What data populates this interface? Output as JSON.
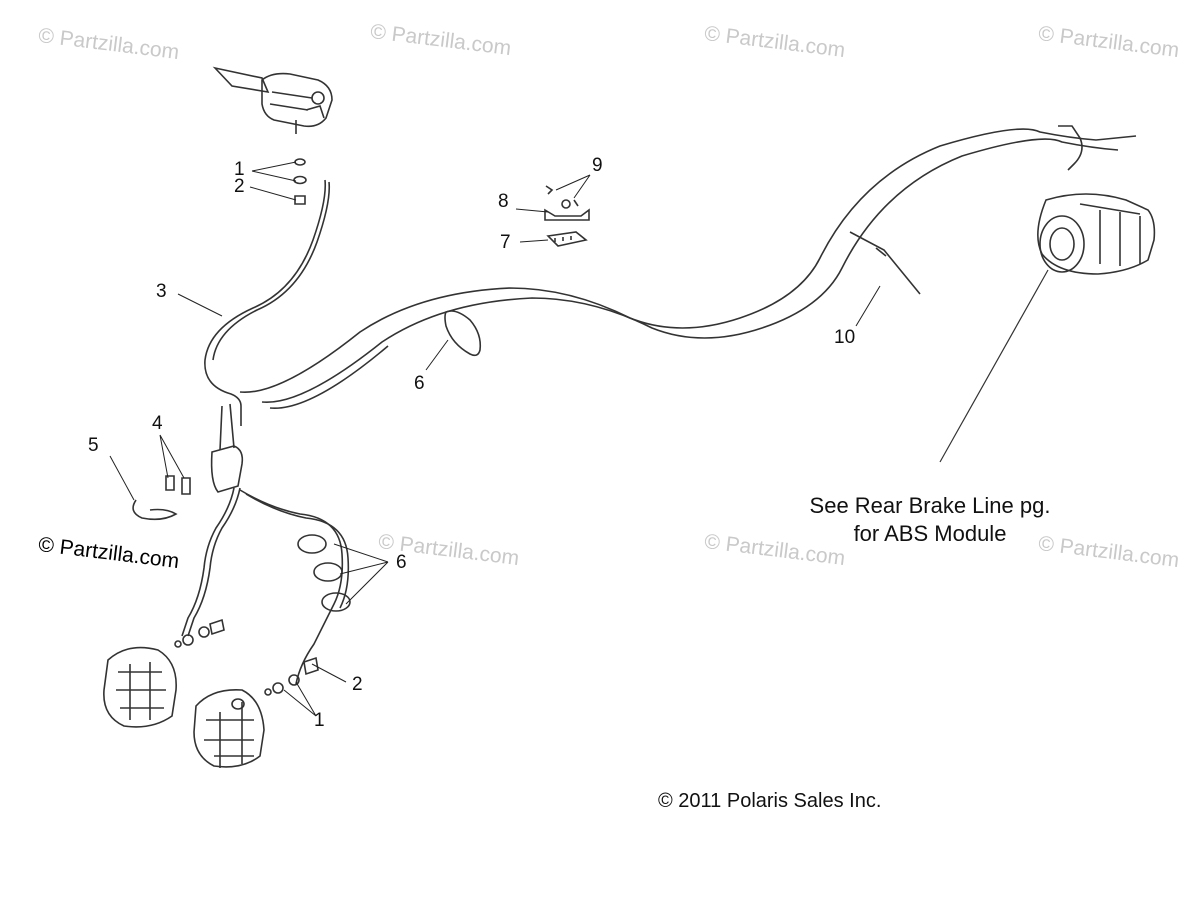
{
  "watermarks": {
    "text": "© Partzilla.com",
    "dark_text": "© Partzilla.com"
  },
  "callouts": {
    "c1_top": "1",
    "c2_top": "2",
    "c3": "3",
    "c4": "4",
    "c5": "5",
    "c6_mid": "6",
    "c6_low": "6",
    "c7": "7",
    "c8": "8",
    "c9": "9",
    "c10": "10",
    "c2_bottom": "2",
    "c1_bottom": "1"
  },
  "note": {
    "line1": "See Rear Brake Line pg.",
    "line2": "for ABS Module"
  },
  "copyright": "© 2011 Polaris Sales Inc.",
  "colors": {
    "line": "#222222",
    "watermark": "#c9c9c9"
  }
}
